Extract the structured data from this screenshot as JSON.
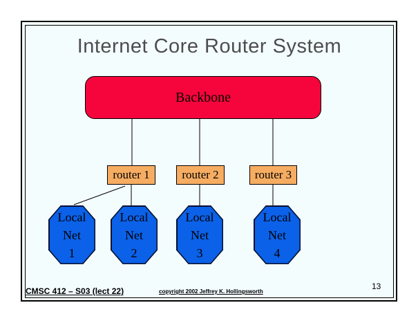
{
  "slide": {
    "title": "Internet Core Router System",
    "backbone": {
      "label": "Backbone"
    },
    "routers": [
      {
        "label": "router 1"
      },
      {
        "label": "router 2"
      },
      {
        "label": "router 3"
      }
    ],
    "local_nets": [
      {
        "lines": [
          "Local",
          "Net",
          "1"
        ]
      },
      {
        "lines": [
          "Local",
          "Net",
          "2"
        ]
      },
      {
        "lines": [
          "Local",
          "Net",
          "3"
        ]
      },
      {
        "lines": [
          "Local",
          "Net",
          "4"
        ]
      }
    ],
    "footer": {
      "course": "CMSC 412 – S03 (lect 22)",
      "copyright": "copyright 2002 Jeffrey K. Hollingsworth",
      "page_number": "13"
    },
    "colors": {
      "backbone_fill": "#f5053c",
      "router_fill": "#f6ad62",
      "local_net_fill": "#0b61e8",
      "title_color": "#4d4d4d"
    }
  }
}
